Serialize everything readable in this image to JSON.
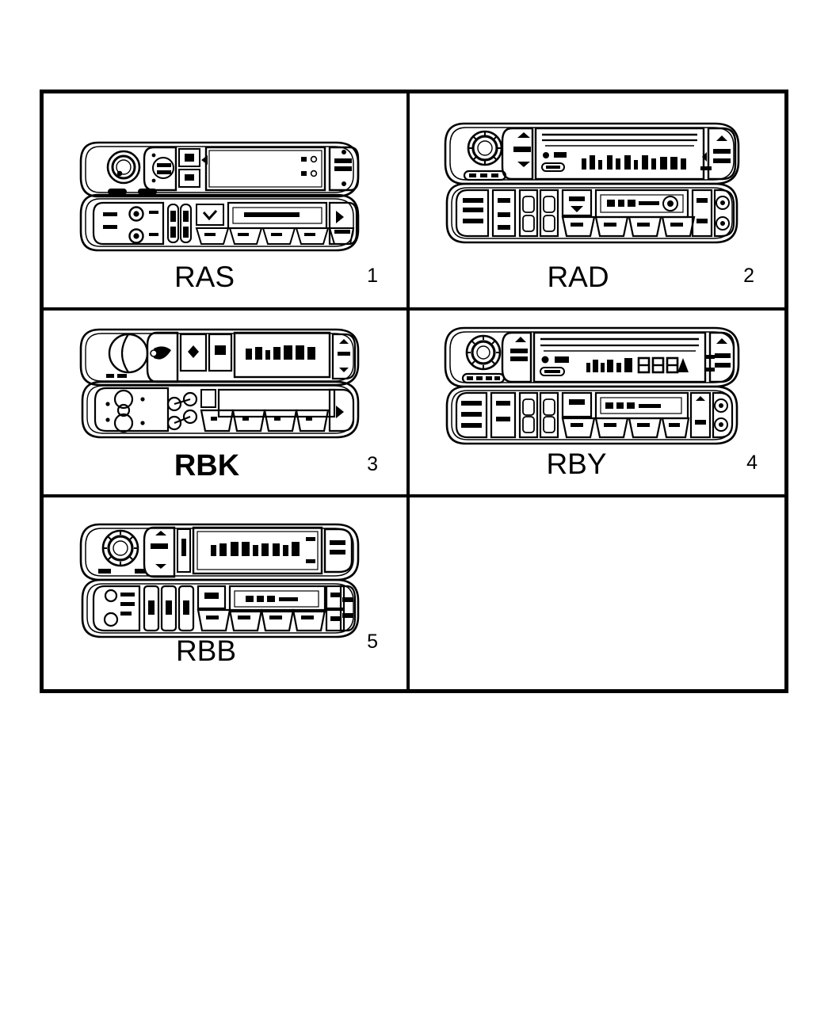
{
  "figure": {
    "type": "parts-illustration-grid",
    "columns": 2,
    "rows": 3,
    "background": "#ffffff",
    "line_color": "#000000"
  },
  "cells": [
    {
      "id": "cell-1",
      "label": "RAS",
      "number": "1",
      "label_weight": "regular",
      "device": "car-radio-head-unit",
      "occupied": true
    },
    {
      "id": "cell-2",
      "label": "RAD",
      "number": "2",
      "label_weight": "regular",
      "device": "car-radio-head-unit",
      "occupied": true
    },
    {
      "id": "cell-3",
      "label": "RBK",
      "number": "3",
      "label_weight": "heavy",
      "device": "car-radio-head-unit",
      "occupied": true
    },
    {
      "id": "cell-4",
      "label": "RBY",
      "number": "4",
      "label_weight": "regular",
      "device": "car-radio-head-unit",
      "occupied": true
    },
    {
      "id": "cell-5",
      "label": "RBB",
      "number": "5",
      "label_weight": "regular",
      "device": "car-radio-head-unit",
      "occupied": true
    },
    {
      "id": "cell-6",
      "label": "",
      "number": "",
      "label_weight": "regular",
      "device": "",
      "occupied": false
    }
  ]
}
